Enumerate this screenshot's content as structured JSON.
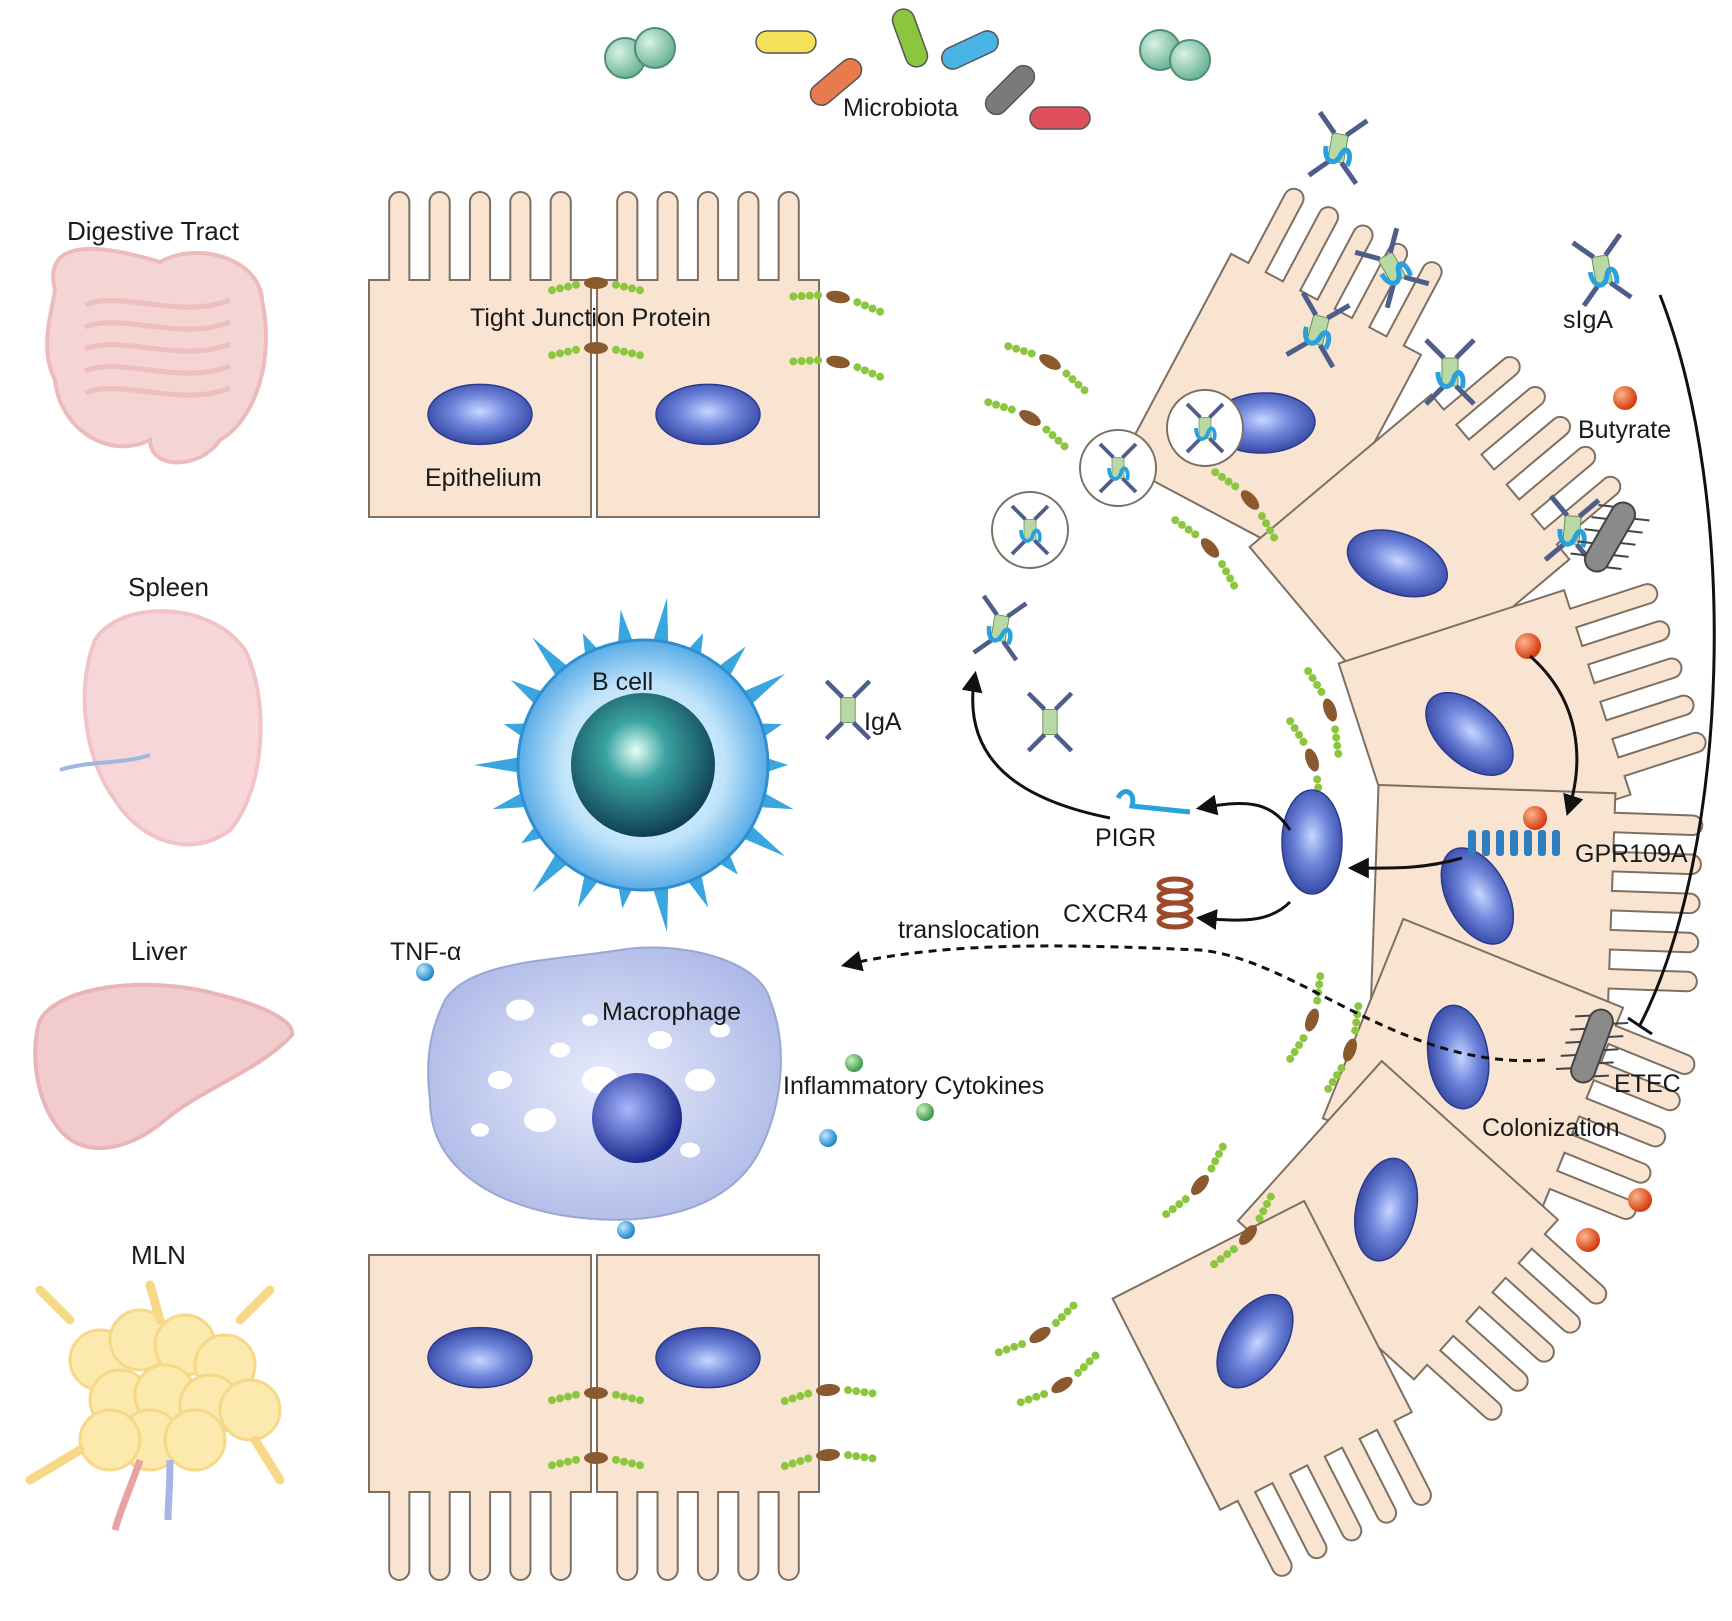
{
  "labels": {
    "microbiota": "Microbiota",
    "tight_junction": "Tight Junction Protein",
    "epithelium": "Epithelium",
    "b_cell": "B cell",
    "iga": "IgA",
    "pigr": "PIGR",
    "cxcr4": "CXCR4",
    "translocation": "translocation",
    "tnf": "TNF-α",
    "macrophage": "Macrophage",
    "inflammatory_cytokines": "Inflammatory Cytokines",
    "siga": "sIgA",
    "butyrate": "Butyrate",
    "gpr109a": "GPR109A",
    "etec": "ETEC",
    "colonization": "Colonization"
  },
  "organs": [
    {
      "name": "Digestive Tract",
      "color": "#f2c6c6"
    },
    {
      "name": "Spleen",
      "color": "#f6d0d4"
    },
    {
      "name": "Liver",
      "color": "#f0c2c4"
    },
    {
      "name": "MLN",
      "color": "#fbe49a"
    }
  ],
  "colors": {
    "cell_fill": "#f8e4d0",
    "cell_stroke": "#7d7063",
    "nucleus": "#3b4fb3",
    "tight_junction_core": "#8a5a2e",
    "tight_junction_beads": "#8cc63f",
    "pigr": "#2aa0dc",
    "butyrate": "#e0541c",
    "etec": "#8a8a8a",
    "b_cell": "#3aa6e0",
    "macrophage": "#c9d2ef"
  },
  "microbiota_colors": [
    "#7fc3a2",
    "#f5e05a",
    "#e87a4e",
    "#8cc63f",
    "#4ab3e6",
    "#7a7a7a",
    "#e0505a"
  ]
}
